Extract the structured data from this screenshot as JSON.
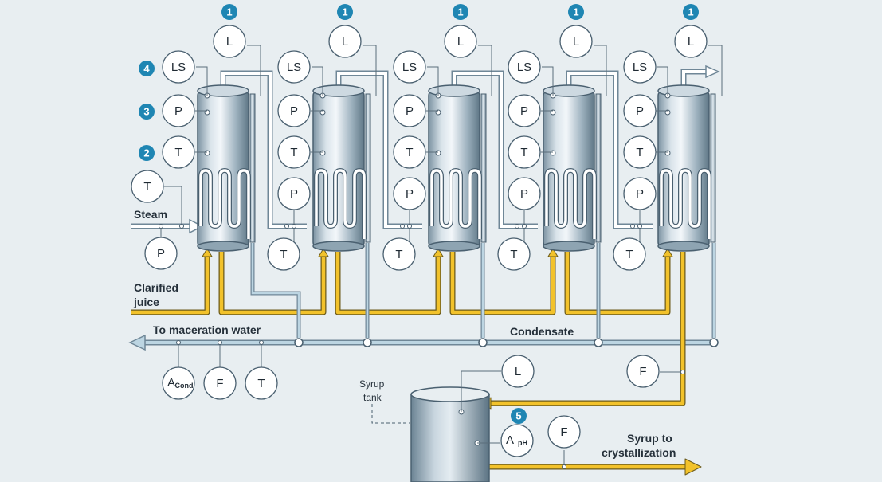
{
  "labels": {
    "steam": "Steam",
    "clarified_juice_line1": "Clarified",
    "clarified_juice_line2": "juice",
    "to_maceration_water": "To maceration water",
    "condensate": "Condensate",
    "syrup_tank_line1": "Syrup",
    "syrup_tank_line2": "tank",
    "syrup_to_line1": "Syrup to",
    "syrup_to_line2": "crystallization"
  },
  "symbols": {
    "level": "L",
    "level_switch": "LS",
    "pressure": "P",
    "temperature": "T",
    "flow": "F",
    "analysis": "A",
    "cond_sub": "Cond",
    "ph_sub": "pH"
  },
  "badges": {
    "level": "1",
    "temperature": "2",
    "pressure": "3",
    "level_switch": "4",
    "ph": "5"
  },
  "colors": {
    "background": "#e8eef1",
    "badge": "#1f86b3",
    "juice_pipe": "#f2c22b",
    "condensate_pipe": "#a8c8d8"
  }
}
